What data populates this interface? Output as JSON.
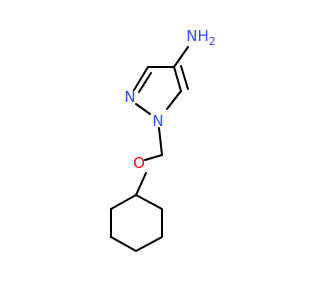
{
  "molecule": {
    "colors": {
      "bond": "#000000",
      "nitrogen": "#3050F8",
      "oxygen": "#FF0D0D"
    },
    "atoms": {
      "amine": {
        "label": "NH",
        "subscript": "2",
        "element": "N"
      },
      "n2": {
        "label": "N",
        "element": "N"
      },
      "n1": {
        "label": "N",
        "element": "N"
      },
      "ether_o": {
        "label": "O",
        "element": "O"
      }
    }
  }
}
